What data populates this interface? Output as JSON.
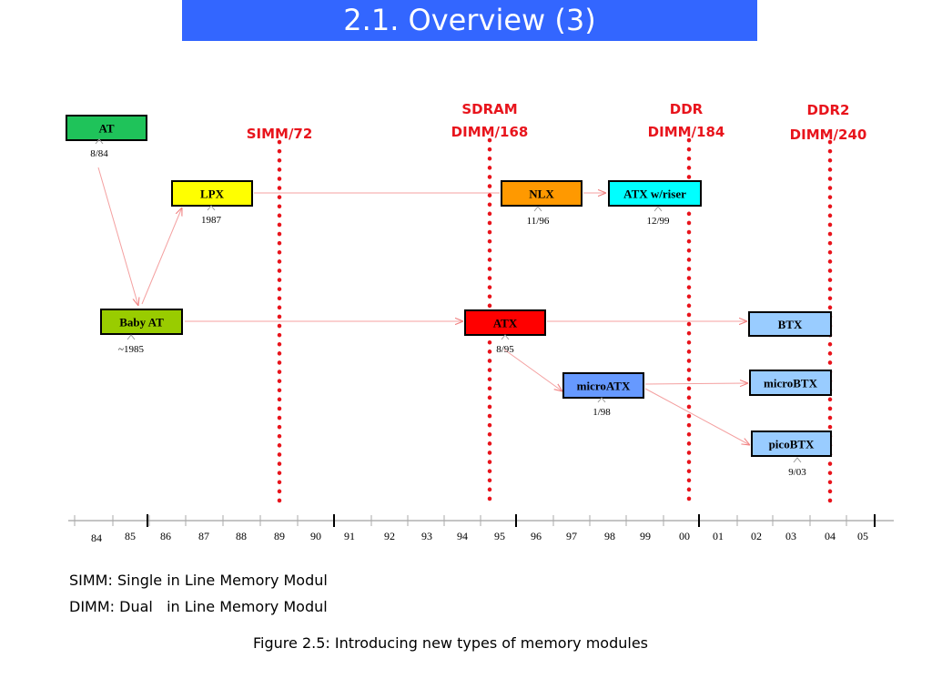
{
  "title": "2.1. Overview (3)",
  "memory_markers": [
    {
      "lines": [
        "SIMM/72"
      ],
      "year": "89"
    },
    {
      "lines": [
        "SDRAM",
        "DIMM/168"
      ],
      "year": "95"
    },
    {
      "lines": [
        "DDR",
        "DIMM/184"
      ],
      "year": "00"
    },
    {
      "lines": [
        "DDR2",
        "DIMM/240"
      ],
      "year": "04"
    }
  ],
  "form_factors": [
    {
      "id": "at",
      "label": "AT",
      "date": "8/84",
      "color": "#1fc35a"
    },
    {
      "id": "lpx",
      "label": "LPX",
      "date": "1987",
      "color": "#ffff00"
    },
    {
      "id": "baby_at",
      "label": "Baby AT",
      "date": "~1985",
      "color": "#99cc00"
    },
    {
      "id": "nlx",
      "label": "NLX",
      "date": "11/96",
      "color": "#ff9900"
    },
    {
      "id": "atx_riser",
      "label": "ATX w/riser",
      "date": "12/99",
      "color": "#00ffff"
    },
    {
      "id": "atx",
      "label": "ATX",
      "date": "8/95",
      "color": "#ff0000"
    },
    {
      "id": "microatx",
      "label": "microATX",
      "date": "1/98",
      "color": "#6699ff"
    },
    {
      "id": "btx",
      "label": "BTX",
      "date": "",
      "color": "#99ccff"
    },
    {
      "id": "microbtx",
      "label": "microBTX",
      "date": "",
      "color": "#99ccff"
    },
    {
      "id": "picobtx",
      "label": "picoBTX",
      "date": "9/03",
      "color": "#99ccff"
    }
  ],
  "timeline_years": [
    "84",
    "85",
    "86",
    "87",
    "88",
    "89",
    "90",
    "91",
    "92",
    "93",
    "94",
    "95",
    "96",
    "97",
    "98",
    "99",
    "00",
    "01",
    "02",
    "03",
    "04",
    "05"
  ],
  "notes": [
    "SIMM: Single in Line Memory Modul",
    "DIMM: Dual   in Line Memory Modul"
  ],
  "caption": "Figure 2.5: Introducing new types of memory modules",
  "colors": {
    "title_bar": "#3366ff",
    "marker": "#e8141c",
    "arrow": "#f4a0a0"
  }
}
